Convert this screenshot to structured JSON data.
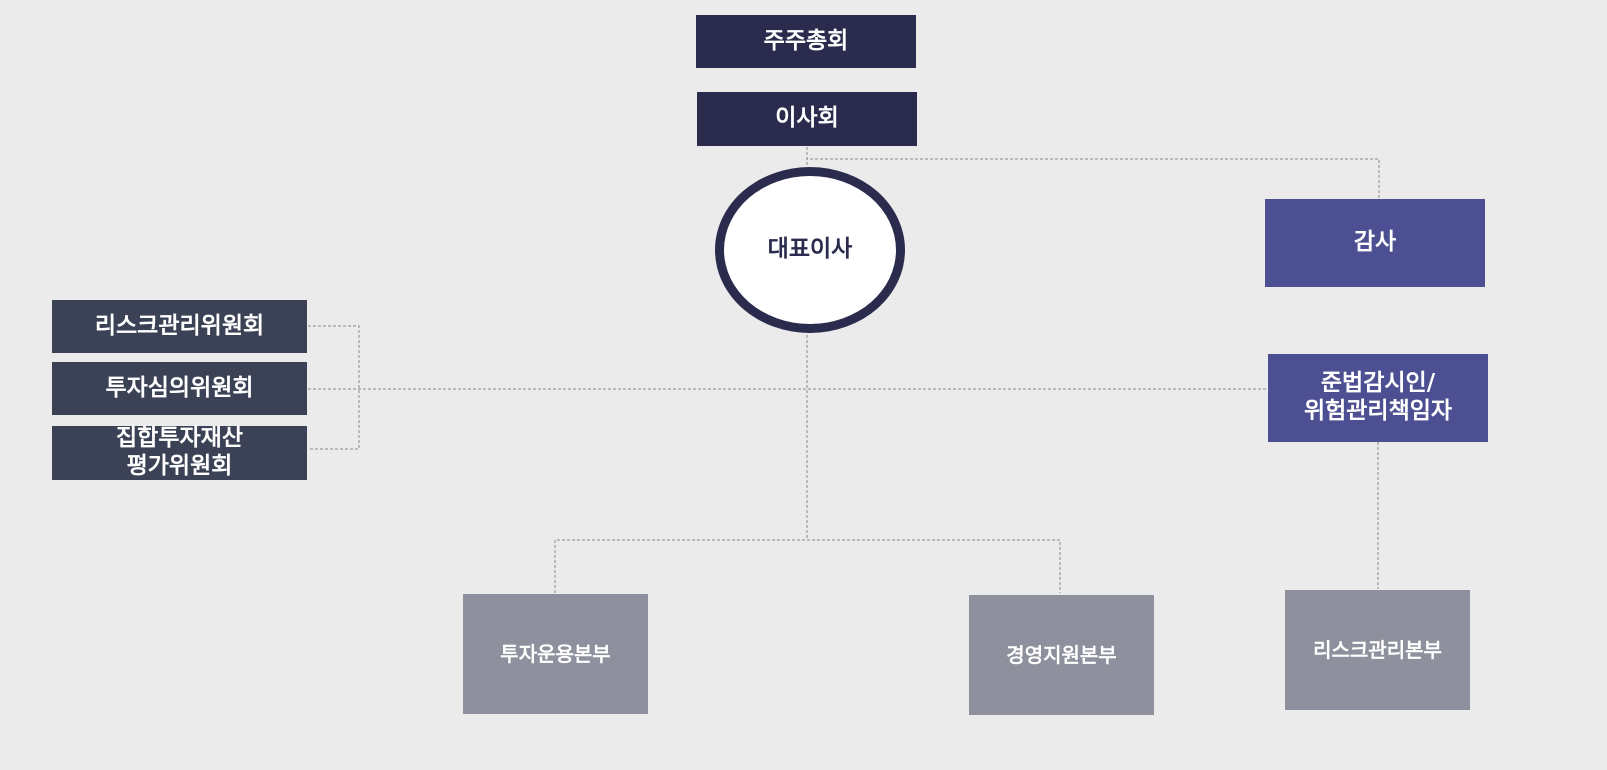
{
  "org_chart": {
    "shareholders": "주주총회",
    "board": "이사회",
    "ceo": "대표이사",
    "audit": "감사",
    "compliance": "준법감시인/\n위험관리책임자",
    "committees": [
      "리스크관리위원회",
      "투자심의위원회",
      "집합투자재산\n평가위원회"
    ],
    "divisions": {
      "investment": "투자운용본부",
      "management_support": "경영지원본부",
      "risk_management": "리스크관리본부"
    }
  },
  "colors": {
    "background": "#ebebeb",
    "navy": "#2a2b4d",
    "purple": "#4c5092",
    "slate": "#3b4255",
    "gray": "#8e919d",
    "connector": "#8a8a8a"
  }
}
